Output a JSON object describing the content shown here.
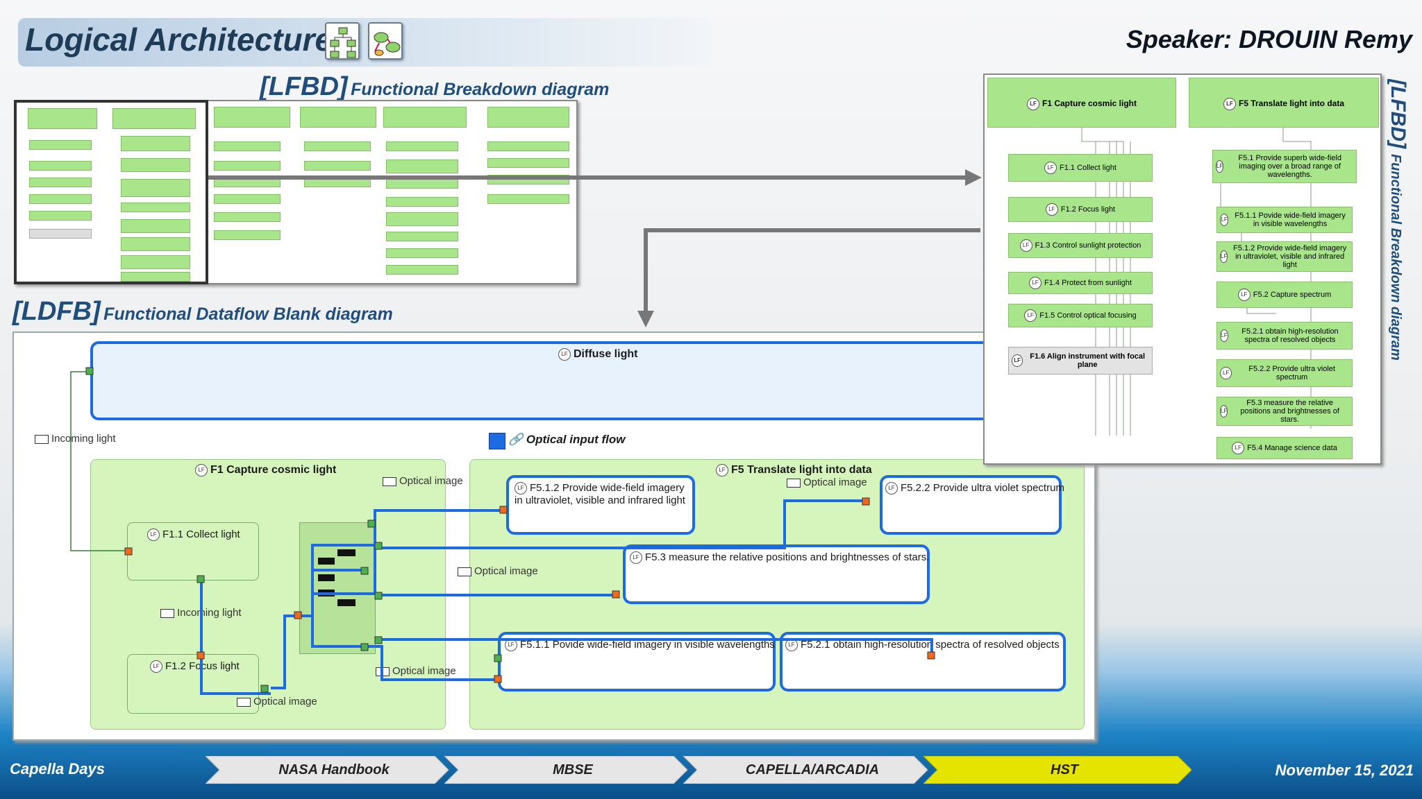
{
  "header": {
    "title": "Logical Architecture",
    "speaker": "Speaker: DROUIN Remy",
    "icons": [
      "breakdown-diagram-icon",
      "dataflow-diagram-icon"
    ]
  },
  "lfbd": {
    "tag": "[LFBD]",
    "label": "Functional Breakdown diagram"
  },
  "ldfb": {
    "tag": "[LDFB]",
    "label": "Functional Dataflow Blank diagram",
    "diffuse_light": "Diffuse light",
    "optical_input_flow": "Optical input flow",
    "incoming_light_top": "Incoming light",
    "incoming_light_inner": "Incoming light",
    "f1_title": "F1 Capture cosmic light",
    "f1_1": "F1.1 Collect light",
    "f1_2": "F1.2 Focus light",
    "f5_title": "F5 Translate light into data",
    "f5_1_2": "F5.1.2 Provide wide-field imagery in ultraviolet, visible and infrared light",
    "f5_2_2": "F5.2.2 Provide ultra violet spectrum",
    "f5_3": "F5.3 measure the relative positions and brightnesses of stars.",
    "f5_1_1": "F5.1.1 Povide wide-field imagery in visible wavelengths",
    "f5_2_1": "F5.2.1 obtain high-resolution spectra of resolved objects",
    "optical_image": "Optical image",
    "flow_color": "#1d6be2",
    "box_color": "#d5f5bd"
  },
  "right_panel": {
    "f1": "F1 Capture cosmic light",
    "f5": "F5 Translate light into data",
    "f1_items": [
      "F1.1 Collect light",
      "F1.2 Focus light",
      "F1.3 Control sunlight protection",
      "F1.4 Protect from sunlight",
      "F1.5 Control optical focusing",
      "F1.6 Align instrument with focal plane"
    ],
    "f5_items": [
      "F5.1 Provide superb wide-field imaging over a broad range of wavelengths.",
      "F5.1.1 Povide wide-field imagery in visible wavelengths",
      "F5.1.2 Provide wide-field imagery in ultraviolet, visible and infrared light",
      "F5.2 Capture spectrum",
      "F5.2.1 obtain high-resolution spectra of resolved objects",
      "F5.2.2 Provide ultra violet spectrum",
      "F5.3 measure the relative positions and brightnesses of stars.",
      "F5.4 Manage science data"
    ]
  },
  "footer": {
    "event": "Capella Days",
    "date": "November 15, 2021",
    "steps": [
      "NASA Handbook",
      "MBSE",
      "CAPELLA/ARCADIA",
      "HST"
    ],
    "active_step_color": "#e4e400"
  }
}
